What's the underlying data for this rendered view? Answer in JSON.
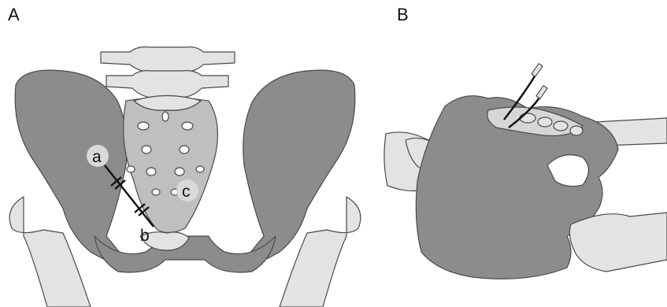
{
  "panels": [
    {
      "label": "A",
      "callouts": [
        "a",
        "b",
        "c"
      ]
    },
    {
      "label": "B"
    }
  ],
  "colors": {
    "bone_dark": "#8c8c8c",
    "bone_mid": "#bfbfbf",
    "bone_light": "#e3e3e3",
    "outline": "#4a4a4a",
    "callout_circle": "#d9d9d9",
    "implant": "#111111",
    "background": "#ffffff"
  }
}
